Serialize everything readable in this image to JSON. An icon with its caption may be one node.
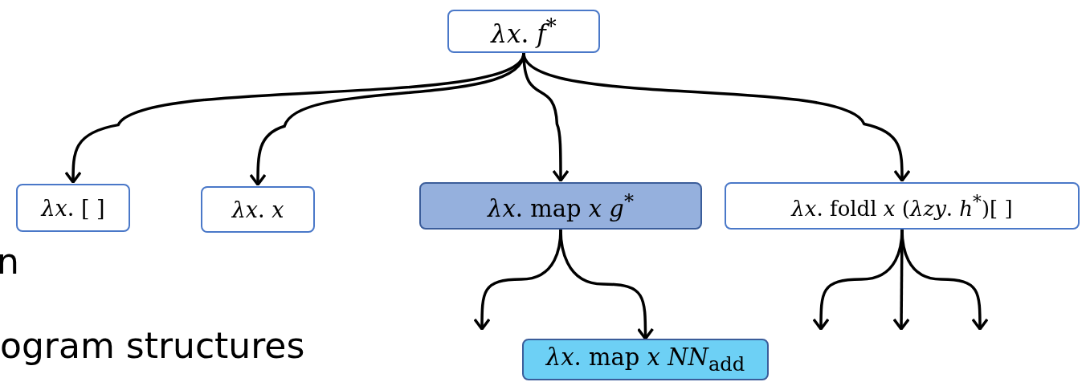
{
  "diagram": {
    "nodes": [
      {
        "text": [
          "*λx*. *f*$^{*}$"
        ]
      },
      {
        "text": [
          "*λx*. [ ]"
        ]
      },
      {
        "text": [
          "*λx*. *x*"
        ]
      },
      {
        "text": [
          "*λx*. map *x* *g*$^{*}$"
        ]
      },
      {
        "text": [
          "*λx*. foldl *x* (*λzy*. *h*$^{*}$)[ ]"
        ]
      },
      {
        "text": [
          "*λx*. map *x* *NN*$_{add}$"
        ]
      }
    ],
    "edges": [
      {
        "from": 0,
        "to": 1,
        "arrow": "to"
      },
      {
        "from": 0,
        "to": 2,
        "arrow": "to"
      },
      {
        "from": 0,
        "to": 3,
        "arrow": "to"
      },
      {
        "from": 0,
        "to": 4,
        "arrow": "to"
      },
      {
        "from": 3,
        "to": null,
        "arrow": "to"
      },
      {
        "from": 3,
        "to": 5,
        "arrow": "to"
      },
      {
        "from": 4,
        "to": null,
        "arrow": "to"
      },
      {
        "from": 4,
        "to": null,
        "arrow": "to"
      },
      {
        "from": 4,
        "to": null,
        "arrow": "to"
      }
    ],
    "labels": [
      "n",
      "ogram structures"
    ]
  }
}
